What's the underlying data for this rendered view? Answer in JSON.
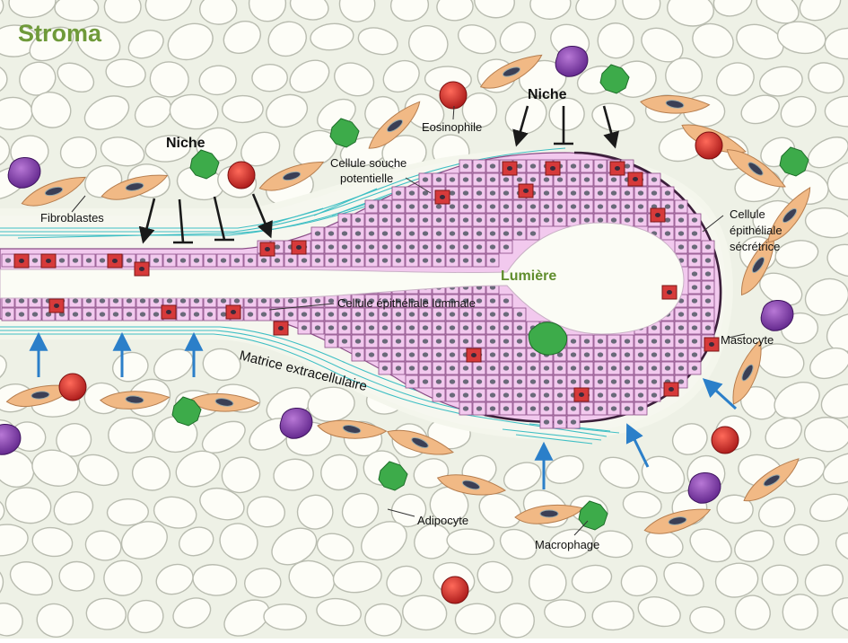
{
  "labels": {
    "stroma": "Stroma",
    "niche_left": "Niche",
    "niche_right": "Niche",
    "fibroblastes": "Fibroblastes",
    "eosinophile": "Eosinophile",
    "cellule_souche_l1": "Cellule souche",
    "cellule_souche_l2": "potentielle",
    "cellule_secretrice_l1": "Cellule",
    "cellule_secretrice_l2": "épithéliale",
    "cellule_secretrice_l3": "sécrétrice",
    "lumiere": "Lumière",
    "cellule_luminale": "Cellule épithéliale luminale",
    "mastocyte": "Mastocyte",
    "matrice": "Matrice extracellulaire",
    "adipocyte": "Adipocyte",
    "macrophage": "Macrophage"
  },
  "colors": {
    "stroma_fill": "#eef1e6",
    "stroma_label": "#6f9a3a",
    "adipocyte_fill": "#fdfdf7",
    "adipocyte_stroke": "#b9bcb0",
    "epithelium_pink": "#f2c9ee",
    "epithelium_stroke": "#8a4d86",
    "lumen": "#fbfcf5",
    "stem_cell": "#d63a3a",
    "fibroblast": "#f1b985",
    "eosinophil": "#d42626",
    "mast_cell": "#8b3fb0",
    "macrophage": "#3dab4a",
    "ecm": "#3fbfc4",
    "arrow_black": "#1a1a1a",
    "arrow_blue": "#2b7fc9"
  }
}
